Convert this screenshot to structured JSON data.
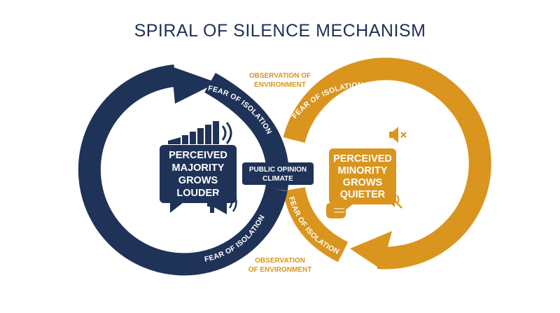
{
  "title": "SPIRAL OF SILENCE MECHANISM",
  "labels": {
    "observation_top_1": "OBSERVATION OF",
    "observation_top_2": "ENVIRONMENT",
    "observation_bottom_1": "OBSERVATION",
    "observation_bottom_2": "OF ENVIRONMENT",
    "fear_left_top": "FEAR OF ISOLATION",
    "fear_left_bottom": "FEAR OF ISOLATION",
    "fear_right_top": "FEAR OF ISOLATION",
    "fear_right_bottom": "FEAR OF ISOLATION"
  },
  "center": {
    "line1": "PUBLIC OPINION",
    "line2": "CLIMATE"
  },
  "majority": {
    "lines": [
      "PERCEIVED",
      "MAJORITY",
      "GROWS",
      "LOUDER"
    ]
  },
  "minority": {
    "lines": [
      "PERCEIVED",
      "MINORITY",
      "GROWS",
      "QUIETER"
    ]
  },
  "colors": {
    "navy": "#1f3258",
    "gold": "#d9951e",
    "title": "#1f2f55"
  },
  "icons": [
    "volume-bars-icon",
    "megaphone-icon",
    "mute-speaker-icon",
    "shush-hand-icon",
    "muted-speaker-icon"
  ]
}
